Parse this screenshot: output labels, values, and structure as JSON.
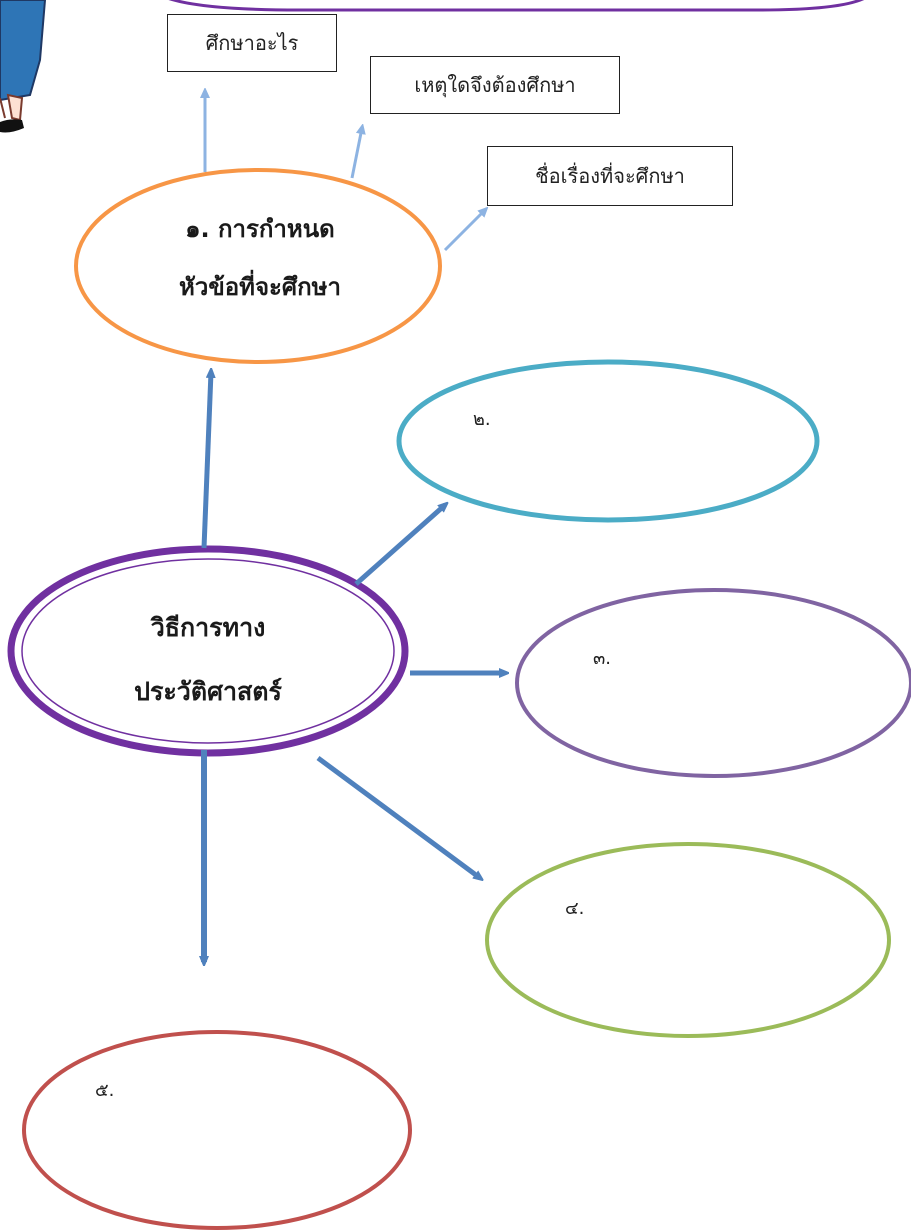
{
  "diagram": {
    "top_boxes": {
      "what": "ศึกษาอะไร",
      "why": "เหตุใดจึงต้องศึกษา",
      "title": "ชื่อเรื่องที่จะศึกษา"
    },
    "step1": {
      "line1": "๑. การกำหนด",
      "line2": "หัวข้อที่จะศึกษา"
    },
    "center": {
      "line1": "วิธีการทาง",
      "line2": "ประวัติศาสตร์"
    },
    "step2": {
      "num": "๒."
    },
    "step3": {
      "num": "๓."
    },
    "step4": {
      "num": "๔."
    },
    "step5": {
      "num": "๕."
    },
    "colors": {
      "step1": "#f79646",
      "step2": "#4bacc6",
      "step3": "#8064a2",
      "step4": "#9bbb59",
      "step5": "#c0504d",
      "center": "#7030a0",
      "arrow": "#4f81bd",
      "arrow_light": "#8db3e2"
    }
  }
}
